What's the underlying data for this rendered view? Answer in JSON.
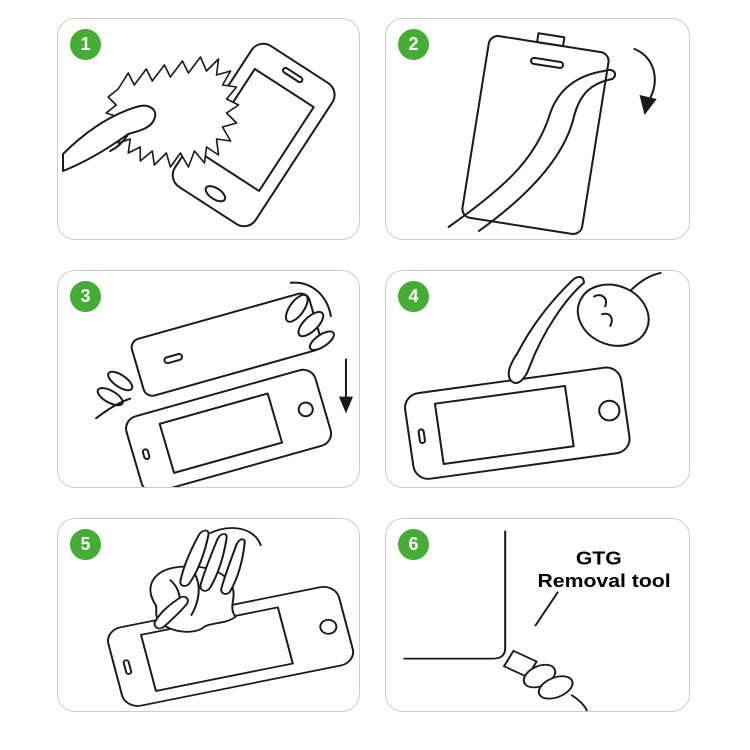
{
  "colors": {
    "badge_green": "#44ad34",
    "line": "#1a1a1a",
    "panel_border": "#cccccc",
    "background": "#ffffff"
  },
  "steps": [
    {
      "number": "1",
      "icon": "clean-phone-with-cloth-icon"
    },
    {
      "number": "2",
      "icon": "peel-protective-film-icon"
    },
    {
      "number": "3",
      "icon": "align-glass-over-phone-icon"
    },
    {
      "number": "4",
      "icon": "press-screen-center-icon"
    },
    {
      "number": "5",
      "icon": "smooth-with-cloth-icon"
    },
    {
      "number": "6",
      "icon": "gtg-removal-tool-icon",
      "label_line1": "GTG",
      "label_line2": "Removal tool"
    }
  ]
}
